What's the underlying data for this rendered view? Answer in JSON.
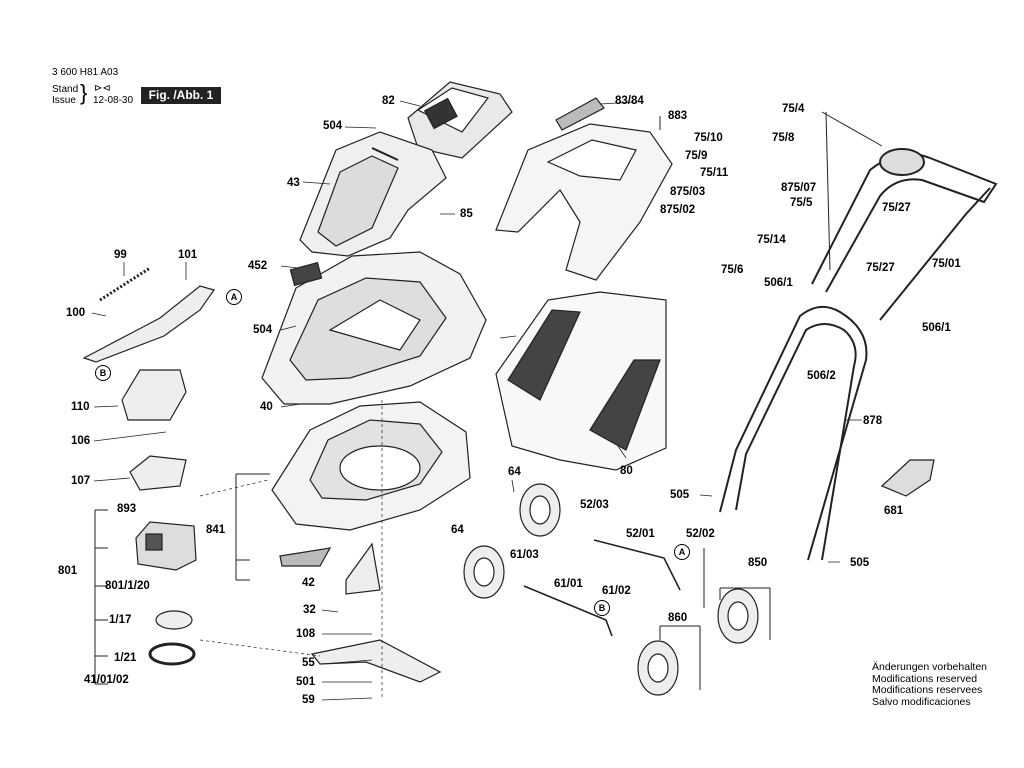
{
  "header": {
    "code": "3 600 H81 A03",
    "stand_label": "Stand",
    "issue_label": "Issue",
    "date": "12-08-30",
    "figure": "Fig. /Abb. 1"
  },
  "parts": [
    "82",
    "504",
    "83/84",
    "883",
    "75/4",
    "75/10",
    "75/8",
    "75/9",
    "75/11",
    "43",
    "85",
    "875/03",
    "875/07",
    "875/02",
    "75/5",
    "75/27",
    "75/14",
    "75/6",
    "99",
    "101",
    "452",
    "506/1",
    "75/27",
    "75/01",
    "100",
    "504",
    "506/1",
    "506/2",
    "40",
    "110",
    "878",
    "106",
    "107",
    "64",
    "505",
    "52/03",
    "681",
    "893",
    "80",
    "841",
    "52/02",
    "52/01",
    "64",
    "61/03",
    "850",
    "801",
    "801/1/20",
    "42",
    "61/01",
    "61/02",
    "32",
    "1/17",
    "860",
    "108",
    "1/21",
    "55",
    "41/01/02",
    "501",
    "59",
    "505"
  ],
  "markers": [
    "A",
    "B",
    "A",
    "B"
  ],
  "notes": [
    "Änderungen vorbehalten",
    "Modifications reserved",
    "Modifications reservees",
    "Salvo modificaciones"
  ]
}
